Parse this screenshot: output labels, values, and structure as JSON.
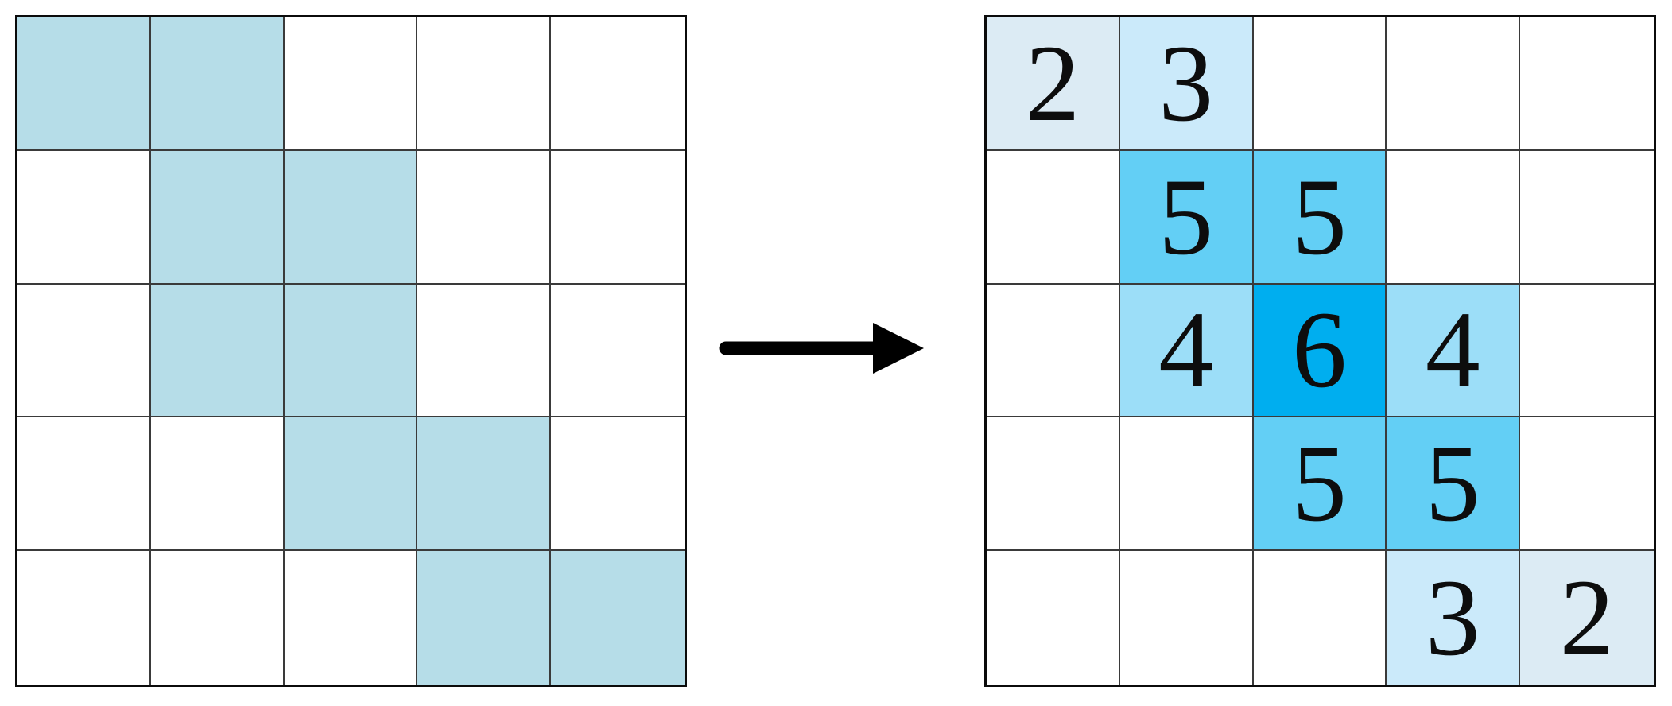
{
  "colors": {
    "background": "#ffffff",
    "grid_border": "#0b0b0b",
    "grid_line": "#3a3a3a",
    "digit": "#0d0d0d",
    "arrow": "#000000",
    "input_shaded_fill": "#b6dde8",
    "value_fills": {
      "2": "#dcebf4",
      "3": "#cbeafa",
      "4": "#9cdef8",
      "5": "#63cff5",
      "6": "#00aeef"
    }
  },
  "input_grid": {
    "rows": 5,
    "cols": 5,
    "shaded_cells": [
      [
        0,
        0
      ],
      [
        0,
        1
      ],
      [
        1,
        1
      ],
      [
        1,
        2
      ],
      [
        2,
        1
      ],
      [
        2,
        2
      ],
      [
        3,
        2
      ],
      [
        3,
        3
      ],
      [
        4,
        3
      ],
      [
        4,
        4
      ]
    ]
  },
  "output_grid": {
    "rows": 5,
    "cols": 5,
    "values": [
      [
        "2",
        "3",
        "",
        "",
        ""
      ],
      [
        "",
        "5",
        "5",
        "",
        ""
      ],
      [
        "",
        "4",
        "6",
        "4",
        ""
      ],
      [
        "",
        "",
        "5",
        "5",
        ""
      ],
      [
        "",
        "",
        "",
        "3",
        "2"
      ]
    ]
  },
  "arrow": {
    "icon": "arrow-right-icon",
    "direction": "right"
  }
}
